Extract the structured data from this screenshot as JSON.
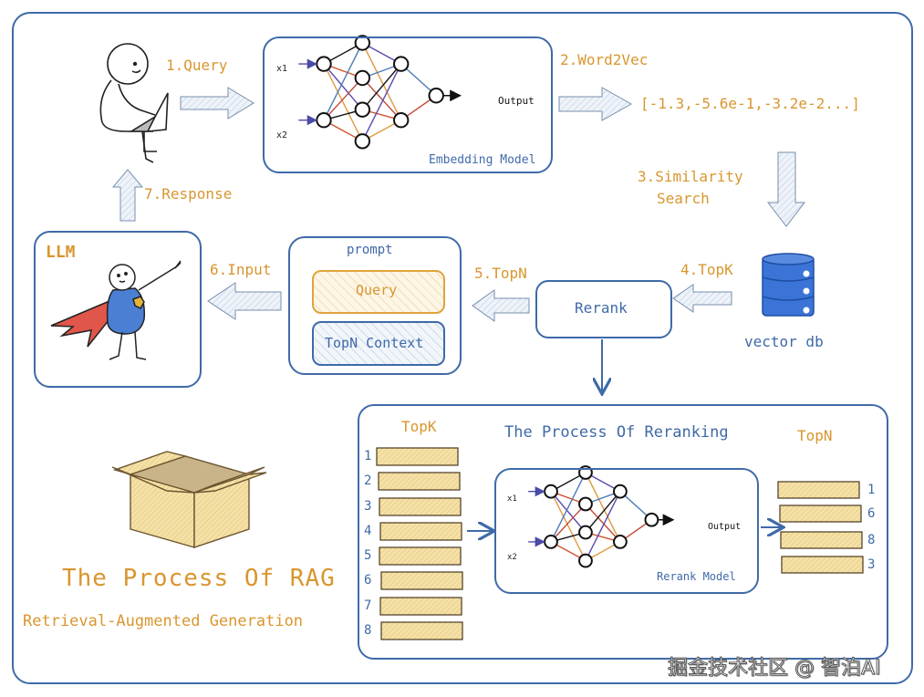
{
  "diagram": {
    "title": "The Process Of RAG",
    "subtitle": "Retrieval-Augmented Generation",
    "watermark": "掘金技术社区 @ 智泊AI",
    "colors": {
      "frame_blue": "#3f6aa8",
      "label_orange": "#d9962f",
      "db_blue": "#3b74d6",
      "cape_red": "#e0564a",
      "shirt_blue": "#4a7fd4",
      "box_yellow": "#f3dc9a",
      "arrow_fill": "#e8eef6"
    },
    "steps": {
      "s1": "1.Query",
      "s2": "2.Word2Vec",
      "s3a": "3.Similarity",
      "s3b": "Search",
      "s4": "4.TopK",
      "s5": "5.TopN",
      "s6": "6.Input",
      "s7": "7.Response"
    },
    "embedding_model": {
      "label": "Embedding Model",
      "input1": "x1",
      "input2": "x2",
      "output": "Output"
    },
    "vector": "[-1.3,-5.6e-1,-3.2e-2...]",
    "vector_db": {
      "label": "vector db"
    },
    "rerank": {
      "label": "Rerank"
    },
    "prompt": {
      "title": "prompt",
      "query": "Query",
      "context": "TopN Context"
    },
    "llm": {
      "label": "LLM"
    },
    "reranking_panel": {
      "title": "The Process Of Reranking",
      "topk_label": "TopK",
      "topn_label": "TopN",
      "topk_items": [
        "1",
        "2",
        "3",
        "4",
        "5",
        "6",
        "7",
        "8"
      ],
      "topn_items": [
        "1",
        "6",
        "8",
        "3"
      ],
      "model_label": "Rerank Model",
      "input1": "x1",
      "input2": "x2",
      "output": "Output"
    }
  }
}
